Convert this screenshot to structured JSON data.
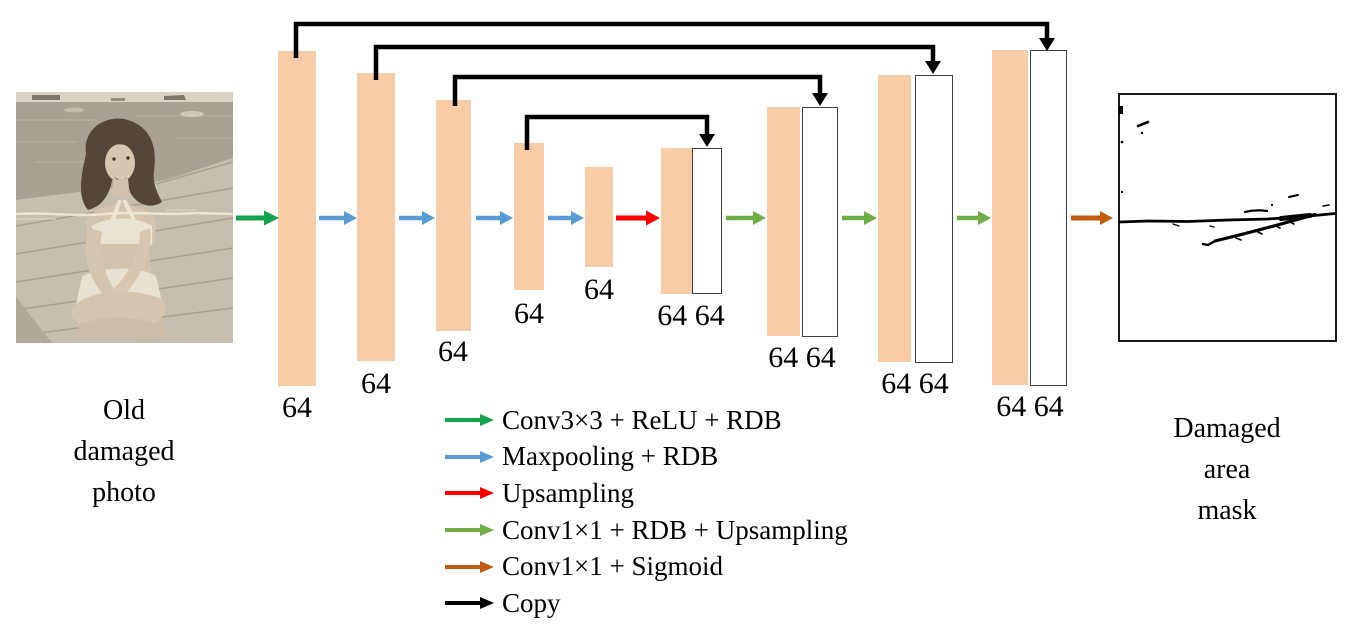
{
  "input": {
    "caption_lines": [
      "Old",
      "damaged",
      "photo"
    ],
    "description": "old damaged photograph of a woman sitting on a dock"
  },
  "output": {
    "caption_lines": [
      "Damaged",
      "area",
      "mask"
    ],
    "description": "binary mask, white background with black crack lines"
  },
  "network": {
    "encoder_labels": [
      "64",
      "64",
      "64",
      "64",
      "64"
    ],
    "decoder_labels": [
      "64 64",
      "64 64",
      "64 64",
      "64 64"
    ]
  },
  "legend": {
    "items": [
      {
        "arrow": "green-arrow",
        "label": "Conv3×3 + ReLU + RDB"
      },
      {
        "arrow": "blue-arrow",
        "label": "Maxpooling + RDB"
      },
      {
        "arrow": "red-arrow",
        "label": "Upsampling"
      },
      {
        "arrow": "lightgreen-arrow",
        "label": "Conv1×1 + RDB + Upsampling"
      },
      {
        "arrow": "brown-arrow",
        "label": "Conv1×1 + Sigmoid"
      },
      {
        "arrow": "black-arrow",
        "label": "Copy"
      }
    ]
  },
  "colors": {
    "bar_fill": "#f7cca6",
    "bar_outline": "#404040",
    "arrow_green": "#14a44d",
    "arrow_blue": "#5b9bd5",
    "arrow_red": "#fe0000",
    "arrow_lightgreen": "#70ad47",
    "arrow_brown": "#c55a11",
    "arrow_black": "#000000"
  }
}
